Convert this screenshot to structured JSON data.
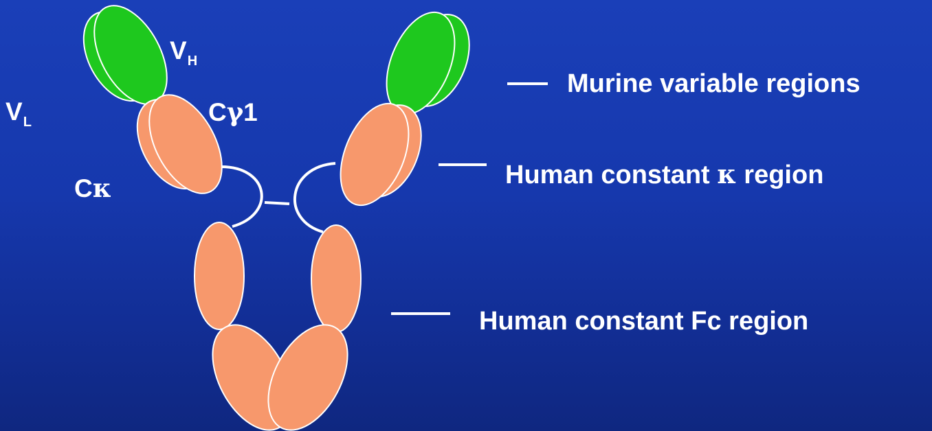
{
  "labels": {
    "vh_main": "V",
    "vh_sub": "H",
    "vl_main": "V",
    "vl_sub": "L",
    "cg1_c": "C",
    "cg1_greek": "γ",
    "cg1_num": "1",
    "ck_c": "C",
    "ck_greek": "κ"
  },
  "legend": {
    "murine": "Murine variable regions",
    "kappa_prefix": "Human constant ",
    "kappa_greek": "κ",
    "kappa_suffix": " region",
    "fc": "Human constant Fc region"
  },
  "colors": {
    "background": "#1638ad",
    "variable_domain": "#1ec81e",
    "constant_domain": "#f7986c",
    "outline": "#ffffff"
  }
}
